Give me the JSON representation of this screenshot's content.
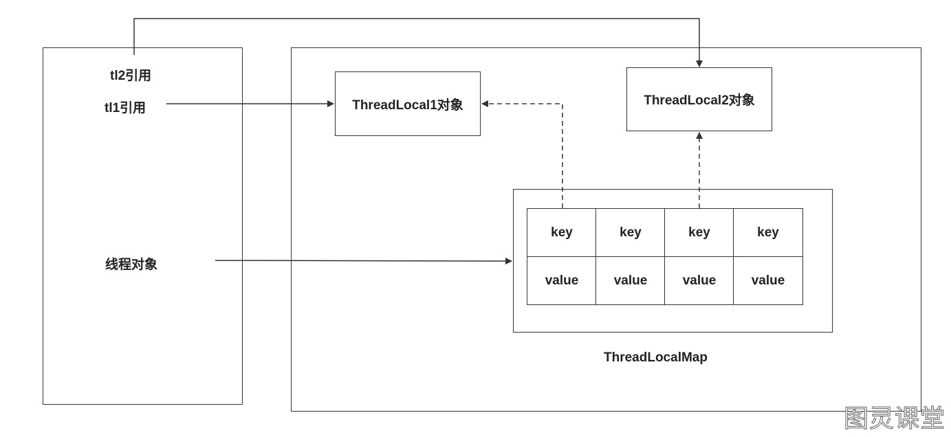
{
  "thread_stack": {
    "tl2_ref_label": "tl2引用",
    "tl1_ref_label": "tl1引用",
    "thread_object_label": "线程对象"
  },
  "heap": {
    "threadlocal1_label": "ThreadLocal1对象",
    "threadlocal2_label": "ThreadLocal2对象",
    "map_label": "ThreadLocalMap",
    "entries": [
      {
        "key": "key",
        "value": "value"
      },
      {
        "key": "key",
        "value": "value"
      },
      {
        "key": "key",
        "value": "value"
      },
      {
        "key": "key",
        "value": "value"
      }
    ]
  },
  "watermark": "图灵课堂",
  "colors": {
    "line": "#333333",
    "text": "#222222",
    "background": "#ffffff"
  }
}
